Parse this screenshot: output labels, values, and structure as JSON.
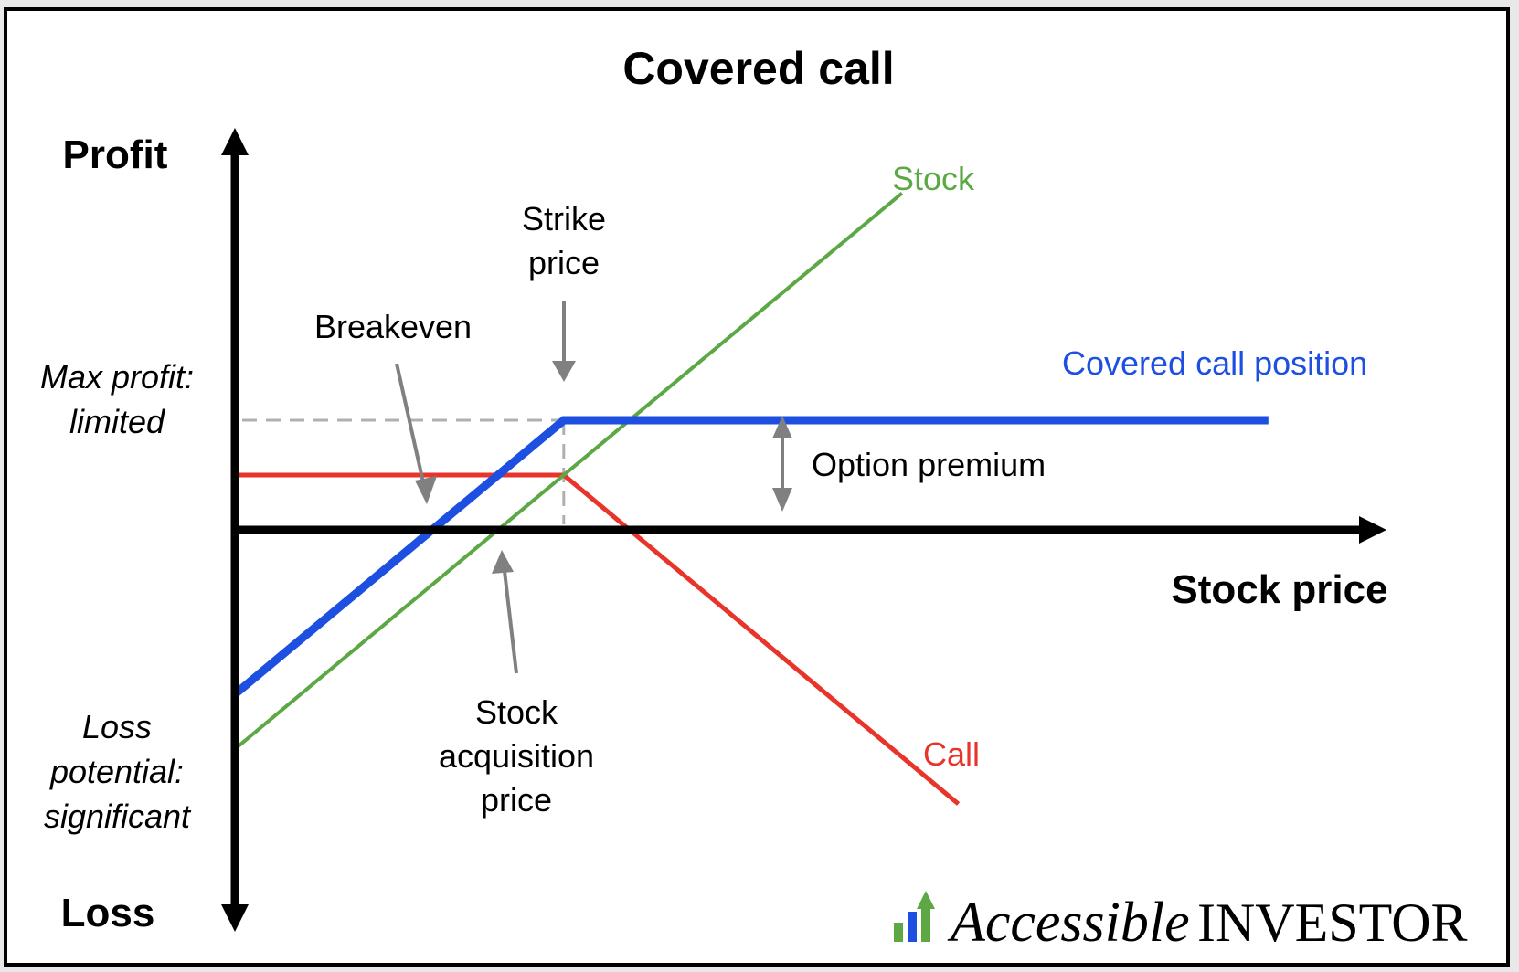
{
  "chart_data": {
    "type": "line",
    "title": "Covered call",
    "xlabel": "Stock price",
    "ylabel_top": "Profit",
    "ylabel_bottom": "Loss",
    "grid": false,
    "units": "relative payoff units (schematic, no tick values shown)",
    "strike": 0.35,
    "stock_acquisition_price": 0.28,
    "option_premium": 0.07,
    "xlim": [
      0,
      1.25
    ],
    "ylim": [
      -0.45,
      0.45
    ],
    "series": [
      {
        "name": "Stock",
        "color": "#5ca845",
        "points": [
          [
            0,
            -0.28
          ],
          [
            0.71,
            0.43
          ]
        ]
      },
      {
        "name": "Covered call position",
        "color": "#1d4fe0",
        "points": [
          [
            0,
            -0.21
          ],
          [
            0.35,
            0.14
          ],
          [
            1.1,
            0.14
          ]
        ]
      },
      {
        "name": "Call",
        "color": "#e8342a",
        "points": [
          [
            0,
            0.07
          ],
          [
            0.35,
            0.07
          ],
          [
            0.77,
            -0.35
          ]
        ]
      }
    ],
    "annotations": [
      {
        "text": "Strike price",
        "lines": [
          "Strike",
          "price"
        ]
      },
      {
        "text": "Breakeven"
      },
      {
        "text": "Option premium"
      },
      {
        "text": "Stock acquisition price",
        "lines": [
          "Stock",
          "acquisition",
          "price"
        ]
      },
      {
        "text": "Max profit: limited",
        "lines": [
          "Max profit:",
          "limited"
        ]
      },
      {
        "text": "Loss potential: significant",
        "lines": [
          "Loss",
          "potential:",
          "significant"
        ]
      }
    ]
  },
  "labels": {
    "title": "Covered call",
    "profit": "Profit",
    "loss": "Loss",
    "stock_price": "Stock price",
    "stock": "Stock",
    "covered_call_position": "Covered call position",
    "call": "Call",
    "option_premium": "Option premium",
    "breakeven": "Breakeven",
    "strike_line1": "Strike",
    "strike_line2": "price",
    "acq_line1": "Stock",
    "acq_line2": "acquisition",
    "acq_line3": "price",
    "max_line1": "Max profit:",
    "max_line2": "limited",
    "loss_line1": "Loss",
    "loss_line2": "potential:",
    "loss_line3": "significant"
  },
  "logo": {
    "script": "Accessible",
    "caps": "INVESTOR",
    "colors": {
      "green": "#5ca845",
      "blue": "#1d4fe0"
    }
  },
  "colors": {
    "stock": "#5ca845",
    "covered": "#1d4fe0",
    "call": "#e8342a",
    "annotation": "#808080",
    "guide": "#b0b0b0"
  }
}
